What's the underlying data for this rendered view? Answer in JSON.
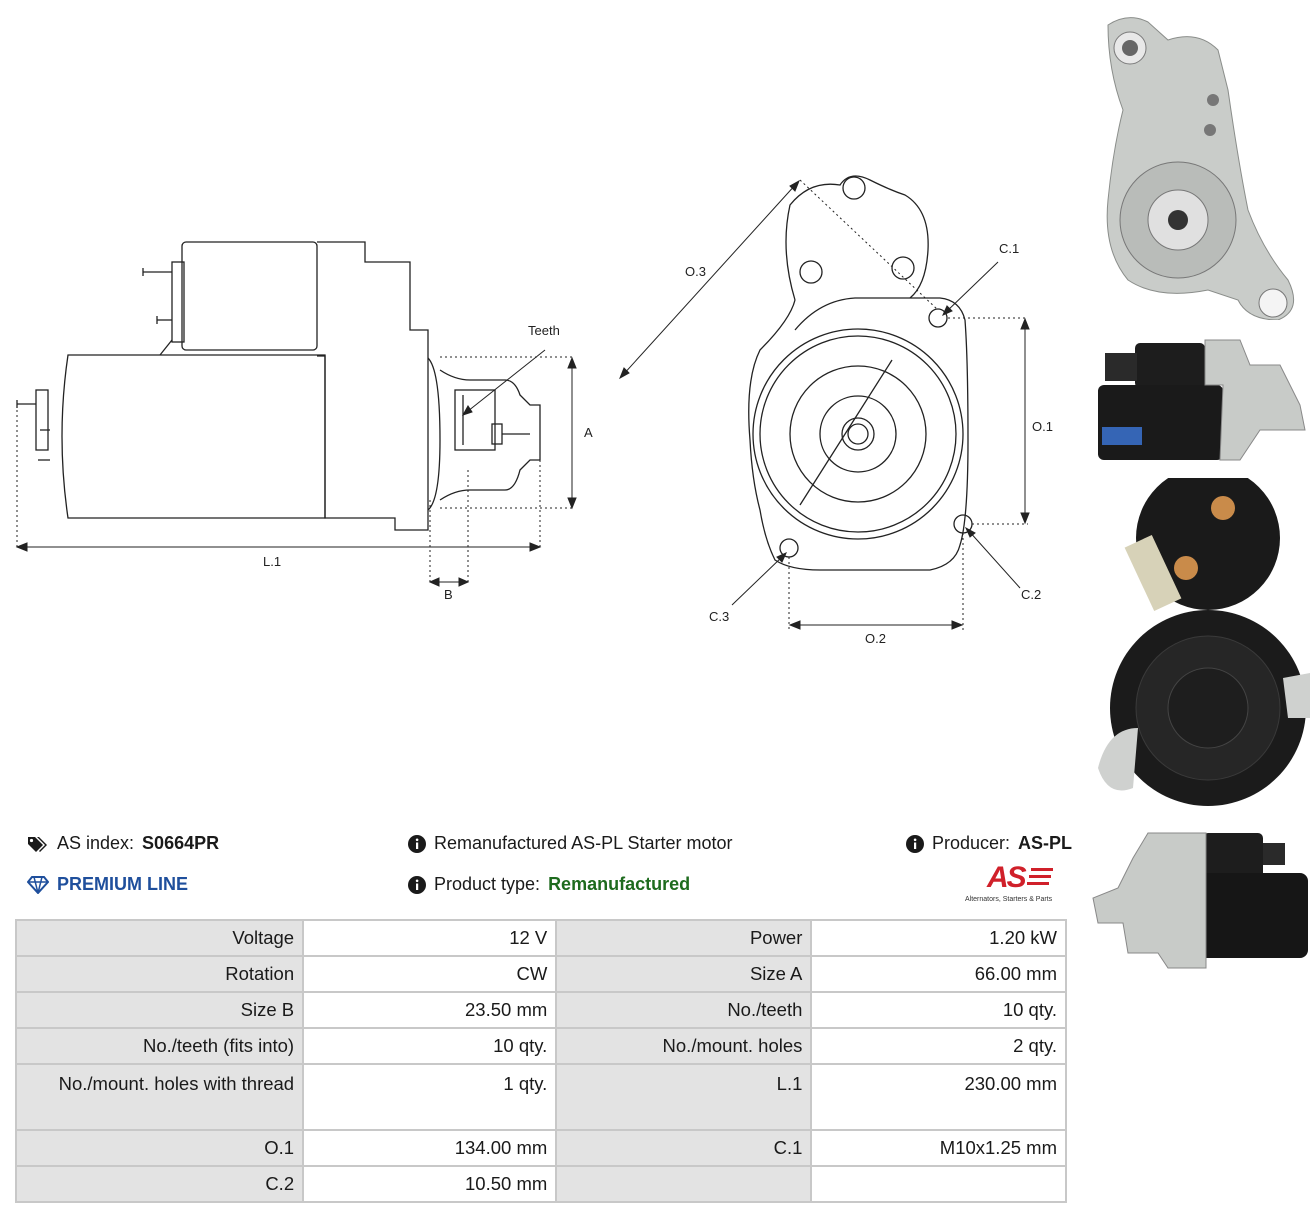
{
  "drawing": {
    "labels": {
      "teeth": "Teeth",
      "a": "A",
      "b": "B",
      "l1": "L.1",
      "o1": "O.1",
      "o2": "O.2",
      "o3": "O.3",
      "c1": "C.1",
      "c2": "C.2",
      "c3": "C.3"
    }
  },
  "info": {
    "index_label": "AS index:",
    "index_value": "S0664PR",
    "line_label": "PREMIUM LINE",
    "desc": "Remanufactured AS-PL Starter motor",
    "type_label": "Product type:",
    "type_value": "Remanufactured",
    "producer_label": "Producer:",
    "producer_value": "AS-PL",
    "logo_text": "AS",
    "logo_tagline": "Alternators, Starters & Parts"
  },
  "specs": [
    {
      "k1": "Voltage",
      "v1": "12 V",
      "k2": "Power",
      "v2": "1.20 kW"
    },
    {
      "k1": "Rotation",
      "v1": "CW",
      "k2": "Size A",
      "v2": "66.00 mm"
    },
    {
      "k1": "Size B",
      "v1": "23.50 mm",
      "k2": "No./teeth",
      "v2": "10 qty."
    },
    {
      "k1": "No./teeth (fits into)",
      "v1": "10 qty.",
      "k2": "No./mount. holes",
      "v2": "2 qty."
    },
    {
      "k1": "No./mount. holes with thread",
      "v1": "1 qty.",
      "k2": "L.1",
      "v2": "230.00 mm"
    },
    {
      "k1": "O.1",
      "v1": "134.00 mm",
      "k2": "C.1",
      "v2": "M10x1.25 mm"
    },
    {
      "k1": "C.2",
      "v1": "10.50 mm",
      "k2": "",
      "v2": ""
    }
  ],
  "colors": {
    "logo_red": "#d0202a",
    "premium_blue": "#1f4f9c",
    "type_green": "#1e6b1e",
    "key_cell_bg": "#e3e3e3"
  }
}
